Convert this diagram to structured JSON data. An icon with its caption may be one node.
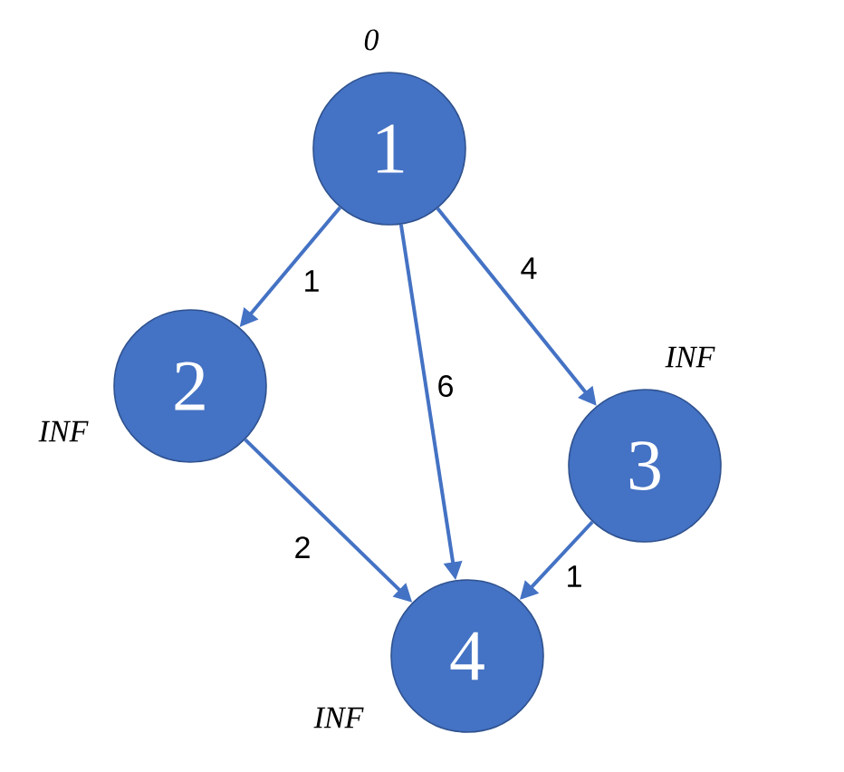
{
  "diagram": {
    "nodes": [
      {
        "text": [
          "1"
        ],
        "beside": [
          "0"
        ]
      },
      {
        "text": [
          "2"
        ],
        "beside": [
          "INF"
        ]
      },
      {
        "text": [
          "3"
        ],
        "beside": [
          "INF"
        ]
      },
      {
        "text": [
          "4"
        ],
        "beside": [
          "INF"
        ]
      }
    ],
    "edges": [
      {
        "from": 0,
        "to": 1,
        "arrow": "to",
        "label": "1"
      },
      {
        "from": 0,
        "to": 3,
        "arrow": "to",
        "label": "6"
      },
      {
        "from": 0,
        "to": 2,
        "arrow": "to",
        "label": "4"
      },
      {
        "from": 1,
        "to": 3,
        "arrow": "to",
        "label": "2"
      },
      {
        "from": 2,
        "to": 3,
        "arrow": "to",
        "label": "1"
      }
    ]
  }
}
